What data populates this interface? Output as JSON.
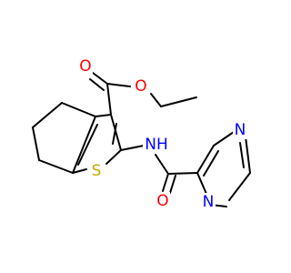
{
  "molecule": {
    "atoms": [
      {
        "id": "O1",
        "label": "O",
        "color": "#ff0000"
      },
      {
        "id": "O2",
        "label": "O",
        "color": "#ff0000"
      },
      {
        "id": "S",
        "label": "S",
        "color": "#c8a800"
      },
      {
        "id": "NH",
        "label": "NH",
        "color": "#0000ff"
      },
      {
        "id": "O3",
        "label": "O",
        "color": "#ff0000"
      },
      {
        "id": "N1",
        "label": "N",
        "color": "#0000ff"
      },
      {
        "id": "N2",
        "label": "N",
        "color": "#0000ff"
      }
    ]
  }
}
